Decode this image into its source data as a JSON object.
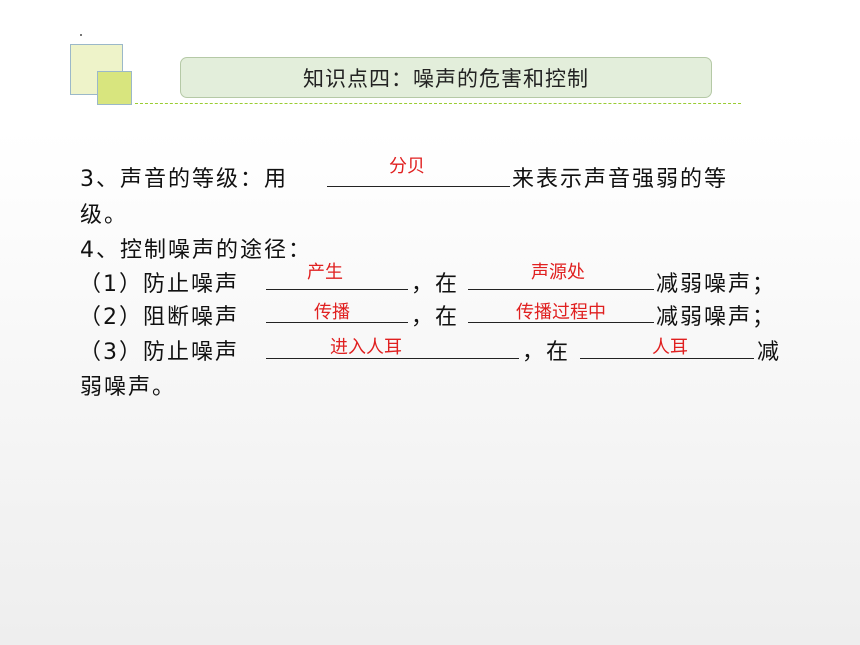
{
  "title": "知识点四：噪声的危害和控制",
  "item3": {
    "prefix": "3、声音的等级：用",
    "suffix": "来表示声音强弱的等",
    "cont": "级。",
    "answer": "分贝"
  },
  "item4": {
    "heading": "4、控制噪声的途径："
  },
  "rows": [
    {
      "prefix": "（1）防止噪声",
      "sep": "，在",
      "suffix": "减弱噪声；",
      "answer1": "产生",
      "answer2": "声源处"
    },
    {
      "prefix": "（2）阻断噪声",
      "sep": "，在",
      "suffix": "减弱噪声；",
      "answer1": "传播",
      "answer2": "传播过程中"
    },
    {
      "prefix": "（3）防止噪声",
      "sep": "，在",
      "suffix": "减",
      "answer1": "进入人耳",
      "answer2": "人耳",
      "cont": "弱噪声。"
    }
  ],
  "colors": {
    "answer": "#e02020",
    "title_bg": "#e3eedb",
    "accent": "#d8e57e"
  }
}
